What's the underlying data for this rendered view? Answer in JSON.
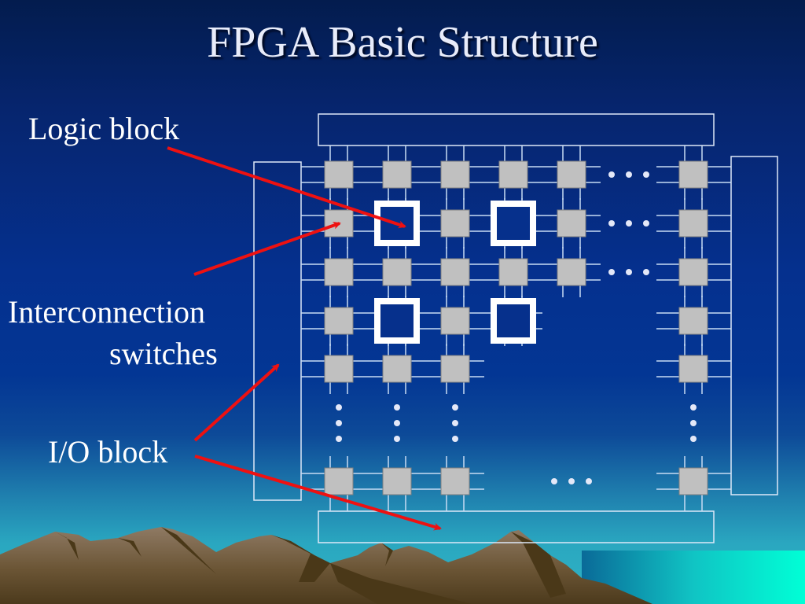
{
  "slide": {
    "title": "FPGA Basic Structure",
    "labels": {
      "logic_block": "Logic block",
      "interconnection_line1": "Interconnection",
      "interconnection_line2": "switches",
      "io_block": "I/O block"
    },
    "colors": {
      "switch_fill": "#c0c0c0",
      "logic_block_stroke": "#ffffff",
      "wire": "#c8dcf4",
      "arrow": "#ee1111",
      "dots": "#e4e8f8"
    },
    "grid": {
      "rows": [
        [
          "switch",
          "switch",
          "switch",
          "switch",
          "switch",
          "dots",
          "switch"
        ],
        [
          "switch",
          "logic",
          "switch",
          "logic",
          "switch",
          "dots",
          "switch"
        ],
        [
          "switch",
          "switch",
          "switch",
          "switch",
          "switch",
          "dots",
          "switch"
        ],
        [
          "switch",
          "logic",
          "switch",
          "logic",
          "empty",
          "empty",
          "switch"
        ],
        [
          "switch",
          "switch",
          "switch",
          "empty",
          "empty",
          "empty",
          "switch"
        ],
        [
          "vdots",
          "vdots",
          "vdots",
          "empty",
          "empty",
          "empty",
          "vdots"
        ],
        [
          "switch",
          "switch",
          "switch",
          "empty",
          "dots",
          "empty",
          "switch"
        ]
      ]
    }
  }
}
